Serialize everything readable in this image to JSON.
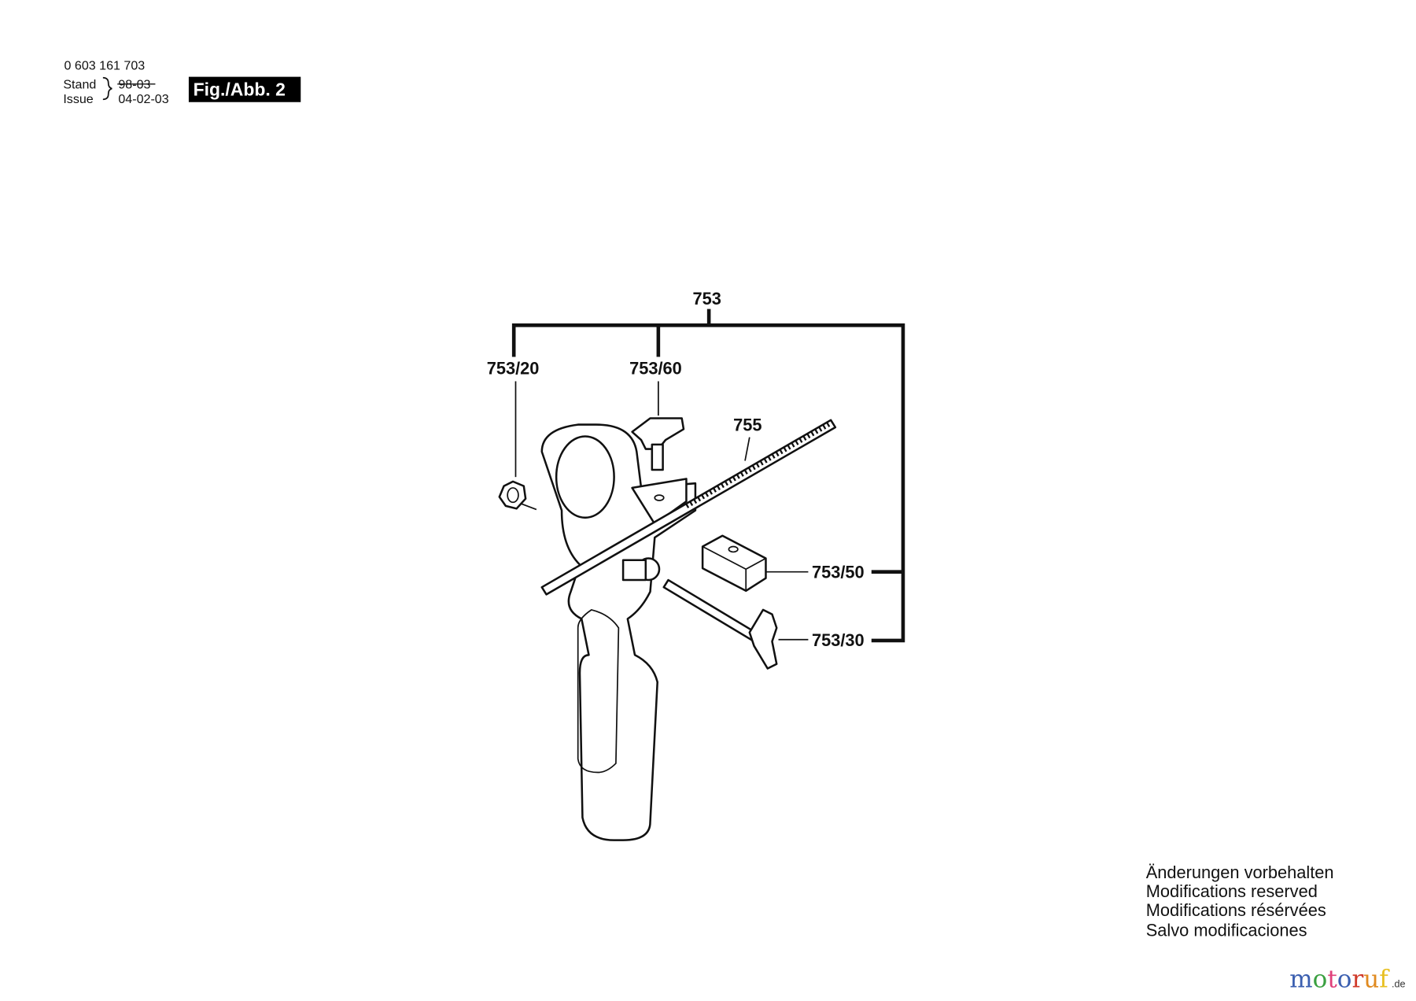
{
  "header": {
    "part_number": "0 603 161 703",
    "stand_label": "Stand",
    "issue_label": "Issue",
    "old_date": "98-03",
    "issue_date": "04-02-03",
    "figure_label": "Fig./Abb. 2"
  },
  "diagram": {
    "labels": {
      "assembly": "753",
      "nut": "753/20",
      "wing_screw": "753/60",
      "depth_rod": "755",
      "block": "753/50",
      "clamp_bolt": "753/30"
    }
  },
  "footer": {
    "notes": [
      "Änderungen vorbehalten",
      "Modifications reserved",
      "Modifications résérvées",
      "Salvo modificaciones"
    ],
    "watermark": "motoruf",
    "watermark_suffix": ".de",
    "watermark_colors": [
      "#3b5fb0",
      "#3aa040",
      "#e0407a",
      "#3b5fb0",
      "#d03a2a",
      "#e08a20",
      "#e8c020"
    ]
  }
}
